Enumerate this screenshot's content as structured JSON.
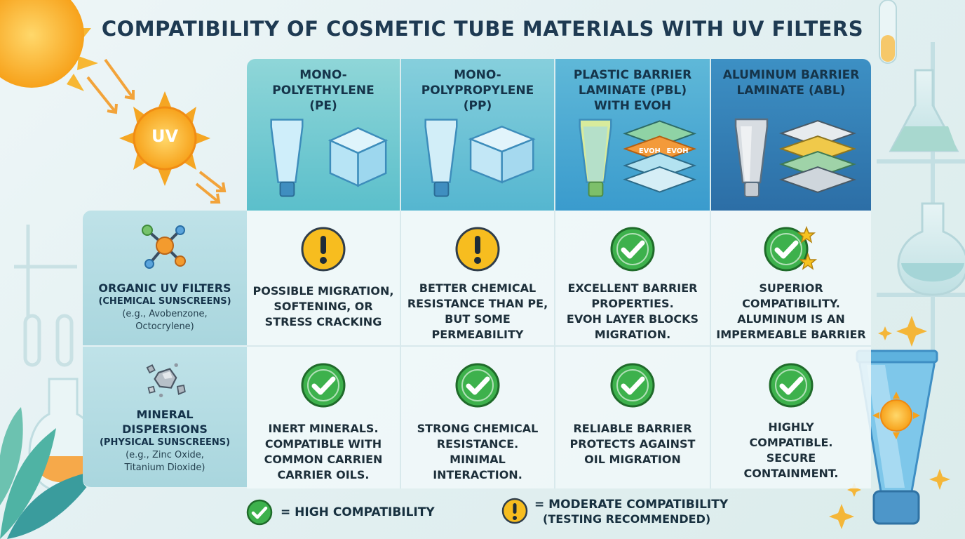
{
  "title": "COMPATIBILITY OF COSMETIC TUBE MATERIALS WITH UV FILTERS",
  "uv_badge": "UV",
  "colors": {
    "title": "#1e3a52",
    "high": "#3bb54a",
    "moderate": "#f4b41a",
    "pe_header": "#6cc7cf",
    "pbl_header": "#3c9fcf",
    "abl_header": "#2f6ea8"
  },
  "materials": [
    {
      "name": "MONO-\nPOLYETHYLENE\n(PE)",
      "lines": [
        "MONO-",
        "POLYETHYLENE",
        "(PE)"
      ],
      "icons": [
        "tube-icon",
        "cube-icon"
      ]
    },
    {
      "name": "MONO-\nPOLYPROPYLENE\n(PP)",
      "lines": [
        "MONO-",
        "POLYPROPYLENE",
        "(PP)"
      ],
      "icons": [
        "tube-icon",
        "cube-icon"
      ]
    },
    {
      "name": "PLASTIC BARRIER LAMINATE (PBL) WITH EVOH",
      "lines": [
        "PLASTIC BARRIER",
        "LAMINATE (PBL)",
        "WITH EVOH"
      ],
      "layer_label": "EVOH",
      "icons": [
        "tube-icon",
        "layer-stack-icon"
      ]
    },
    {
      "name": "ALUMINUM BARRIER LAMINATE (ABL)",
      "lines": [
        "ALUMINUM BARRIER",
        "LAMINATE (ABL)"
      ],
      "icons": [
        "tube-icon",
        "layer-stack-icon"
      ]
    }
  ],
  "filters": [
    {
      "title_lines": [
        "ORGANIC UV FILTERS"
      ],
      "sub": "(CHEMICAL SUNSCREENS)",
      "example_lines": [
        "(e.g., Avobenzone,",
        "Octocrylene)"
      ],
      "icon": "molecule-icon",
      "cells": [
        {
          "rating": "moderate",
          "lines": [
            "POSSIBLE MIGRATION,",
            "SOFTENING, OR",
            "STRESS CRACKING"
          ]
        },
        {
          "rating": "moderate",
          "lines": [
            "BETTER CHEMICAL",
            "RESISTANCE THAN PE,",
            "BUT SOME",
            "PERMEABILITY"
          ]
        },
        {
          "rating": "high",
          "lines": [
            "EXCELLENT BARRIER",
            "PROPERTIES.",
            "EVOH LAYER BLOCKS",
            "MIGRATION."
          ]
        },
        {
          "rating": "superior",
          "lines": [
            "SUPERIOR",
            "COMPATIBILITY.",
            "ALUMINUM IS AN",
            "IMPERMEABLE BARRIER"
          ]
        }
      ]
    },
    {
      "title_lines": [
        "MINERAL",
        "DISPERSIONS"
      ],
      "sub": "(PHYSICAL SUNSCREENS)",
      "example_lines": [
        "(e.g., Zinc Oxide,",
        "Titanium Dioxide)"
      ],
      "icon": "mineral-rocks-icon",
      "cells": [
        {
          "rating": "high",
          "lines": [
            "INERT MINERALS.",
            "COMPATIBLE WITH",
            "COMMON CARRIEN",
            "CARRIER OILS."
          ]
        },
        {
          "rating": "high",
          "lines": [
            "STRONG CHEMICAL",
            "RESISTANCE.",
            "MINIMAL",
            "INTERACTION."
          ]
        },
        {
          "rating": "high",
          "lines": [
            "RELIABLE BARRIER",
            "PROTECTS AGAINST",
            "OIL MIGRATION"
          ]
        },
        {
          "rating": "high",
          "lines": [
            "HIGHLY",
            "COMPATIBLE.",
            "SECURE",
            "CONTAINMENT."
          ]
        }
      ]
    }
  ],
  "legend": {
    "high_label": "= HIGH COMPATIBILITY",
    "moderate_label": "= MODERATE COMPATIBILITY",
    "moderate_sub": "(TESTING RECOMMENDED)"
  }
}
